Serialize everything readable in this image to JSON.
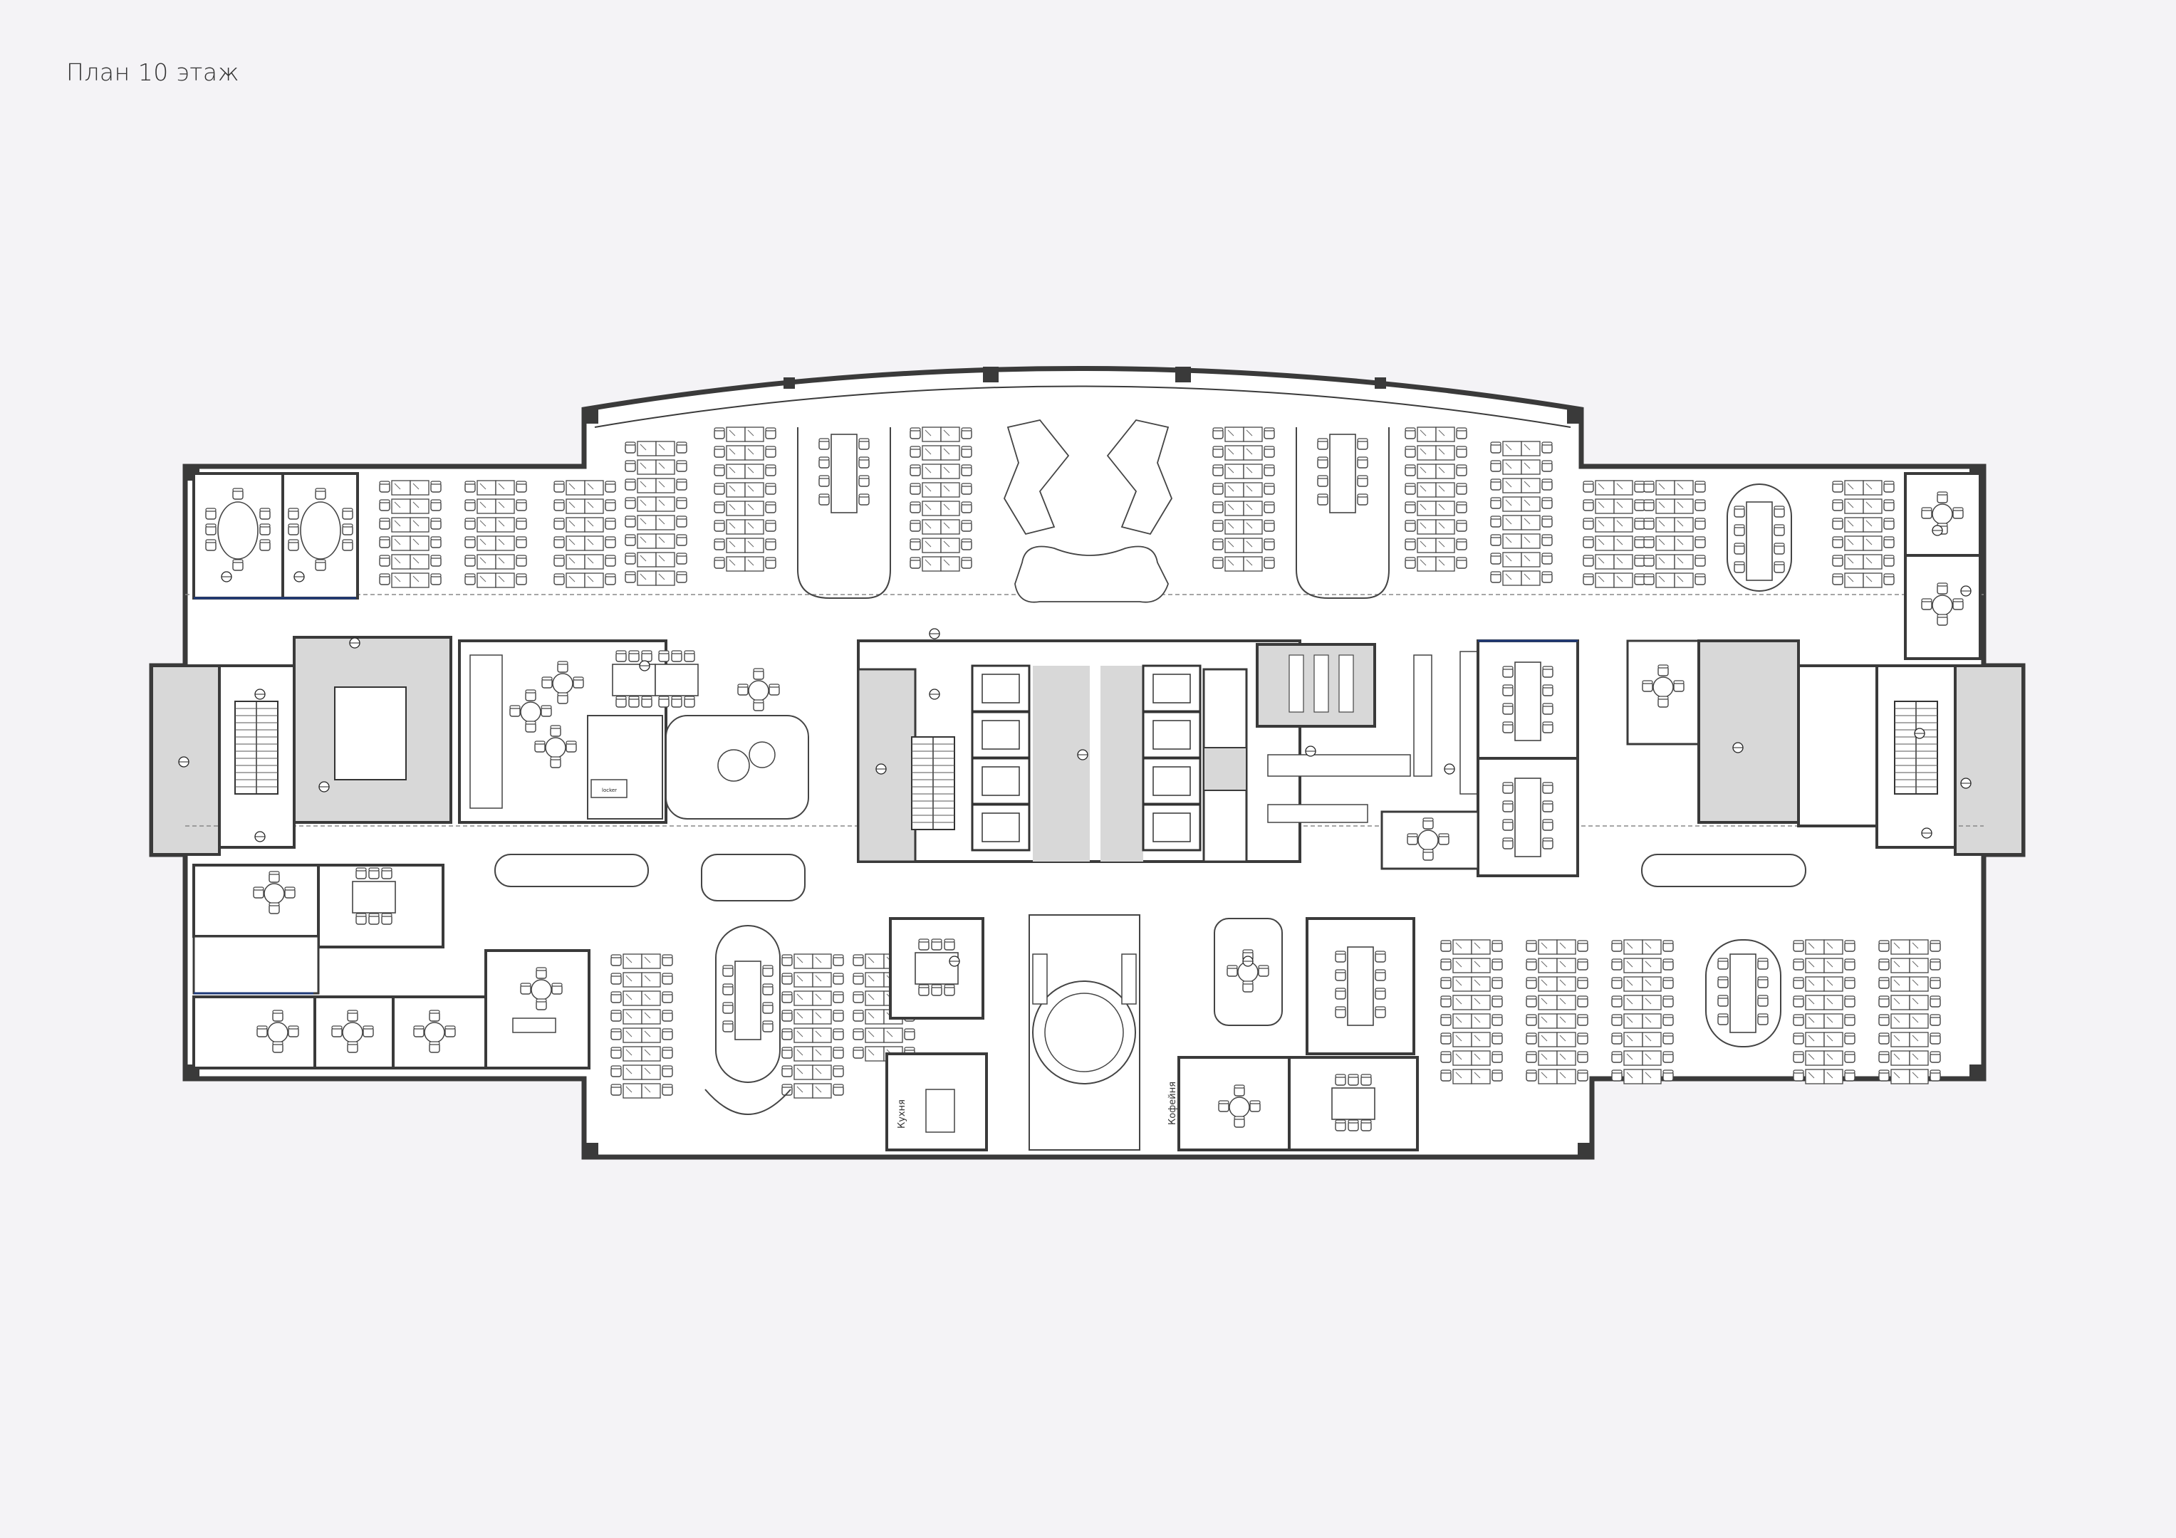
{
  "title": "План 10 этаж",
  "rooms": {
    "kitchen": "Кухня",
    "coffee": "Кофейня",
    "locker_sign": "locker"
  },
  "colors": {
    "background": "#f4f3f6",
    "wall": "#3a3a3a",
    "floor_fill": "#ffffff",
    "core_fill": "#d8d8d8",
    "accent_line": "#1f3a78",
    "furniture": "#444444"
  }
}
